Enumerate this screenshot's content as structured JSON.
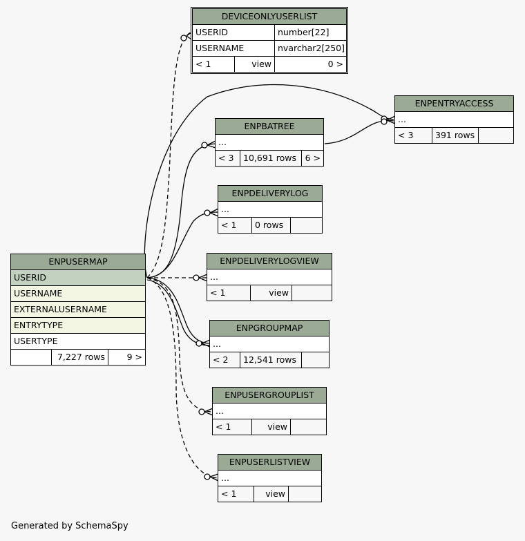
{
  "tables": {
    "deviceonly": {
      "name": "DEVICEONLYUSERLIST",
      "columns": [
        {
          "name": "USERID",
          "type": "number[22]"
        },
        {
          "name": "USERNAME",
          "type": "nvarchar2[250]"
        }
      ],
      "parents": "< 1",
      "rows": "view",
      "children": "0 >"
    },
    "entryaccess": {
      "name": "ENPENTRYACCESS",
      "ellipsis": "...",
      "parents": "< 3",
      "rows": "391 rows",
      "children": ""
    },
    "batree": {
      "name": "ENPBATREE",
      "ellipsis": "...",
      "parents": "< 3",
      "rows": "10,691 rows",
      "children": "6 >"
    },
    "deliverylog": {
      "name": "ENPDELIVERYLOG",
      "ellipsis": "...",
      "parents": "< 1",
      "rows": "0 rows",
      "children": ""
    },
    "deliverylogview": {
      "name": "ENPDELIVERYLOGVIEW",
      "ellipsis": "...",
      "parents": "< 1",
      "rows": "view",
      "children": ""
    },
    "usermap": {
      "name": "ENPUSERMAP",
      "columns": [
        "USERID",
        "USERNAME",
        "EXTERNALUSERNAME",
        "ENTRYTYPE",
        "USERTYPE"
      ],
      "parents": "",
      "rows": "7,227 rows",
      "children": "9 >"
    },
    "groupmap": {
      "name": "ENPGROUPMAP",
      "ellipsis": "...",
      "parents": "< 2",
      "rows": "12,541 rows",
      "children": ""
    },
    "usergrouplist": {
      "name": "ENPUSERGROUPLIST",
      "ellipsis": "...",
      "parents": "< 1",
      "rows": "view",
      "children": ""
    },
    "userlistview": {
      "name": "ENPUSERLISTVIEW",
      "ellipsis": "...",
      "parents": "< 1",
      "rows": "view",
      "children": ""
    }
  },
  "footer": "Generated by SchemaSpy",
  "colors": {
    "header": "#9aaa94",
    "primary_key": "#c3d2c0",
    "indexed": "#f3f6e3",
    "background": "#f7f7f7"
  }
}
